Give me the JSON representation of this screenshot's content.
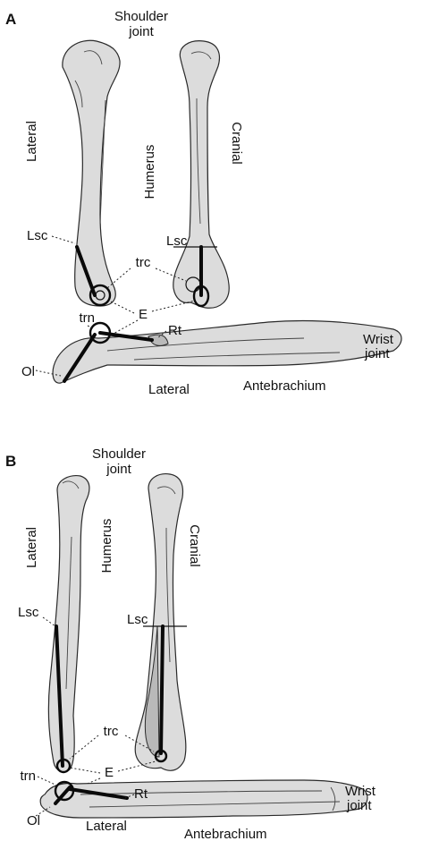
{
  "panels": [
    {
      "letter": "A",
      "shoulder_line1": "Shoulder",
      "shoulder_line2": "joint",
      "lateral_view": "Lateral",
      "humerus": "Humerus",
      "cranial_view": "Cranial",
      "lsc_left": "Lsc",
      "lsc_right": "Lsc",
      "trc": "trc",
      "elbow": "E",
      "trn": "trn",
      "rt": "Rt",
      "wrist_line1": "Wrist",
      "wrist_line2": "joint",
      "ol": "Ol",
      "forearm_view": "Lateral",
      "antebrachium": "Antebrachium"
    },
    {
      "letter": "B",
      "shoulder_line1": "Shoulder",
      "shoulder_line2": "joint",
      "lateral_view": "Lateral",
      "humerus": "Humerus",
      "cranial_view": "Cranial",
      "lsc_left": "Lsc",
      "lsc_right": "Lsc",
      "trc": "trc",
      "elbow": "E",
      "trn": "trn",
      "rt": "Rt",
      "wrist_line1": "Wrist",
      "wrist_line2": "joint",
      "ol": "Ol",
      "forearm_view": "Lateral",
      "antebrachium": "Antebrachium"
    }
  ],
  "colors": {
    "bone_fill": "#dcdcdc",
    "bone_outline": "#2a2a2a",
    "lever_line": "#0a0a0a",
    "background": "#ffffff"
  }
}
